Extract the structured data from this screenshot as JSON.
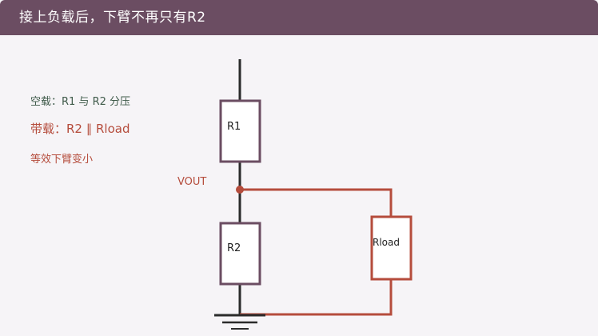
{
  "header": {
    "title": "接上负载后，下臂不再只有R2"
  },
  "notes": {
    "no_load": "空载：R1 与 R2 分压",
    "with_load": "带载：R2 ∥ Rload",
    "equivalent": "等效下臂变小"
  },
  "circuit": {
    "r1_label": "R1",
    "r2_label": "R2",
    "rload_label": "Rload",
    "vout_label": "VOUT"
  },
  "colors": {
    "header_bg": "#6b4d62",
    "main_wire": "#2b2b2b",
    "resistor_border": "#6b4d62",
    "load_wire": "#b54c3c",
    "accent_text": "#b54c3c",
    "green_text": "#3f5a4a"
  }
}
